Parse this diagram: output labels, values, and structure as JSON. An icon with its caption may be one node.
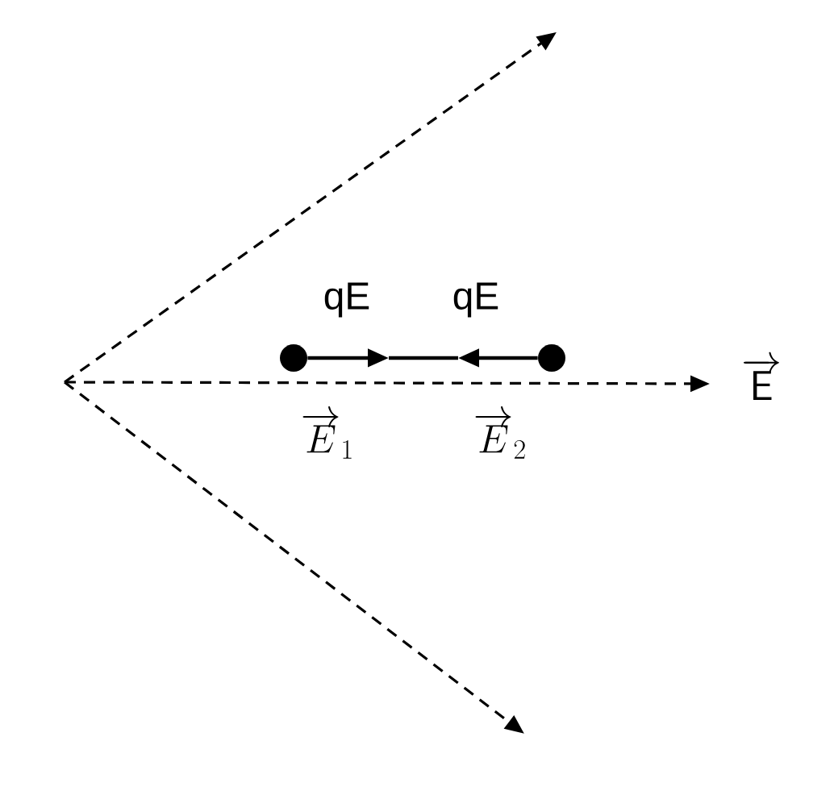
{
  "diagram": {
    "nodes": [
      {
        "text": [],
        "shape": "circle",
        "beside": [
          "\\overrightarrow{E}_{1}"
        ]
      },
      {
        "text": [],
        "shape": "circle",
        "beside": [
          "\\overrightarrow{E}_{2}"
        ]
      }
    ],
    "edges": [
      {
        "from": 0,
        "to": null,
        "arrow": "to",
        "label": "qE"
      },
      {
        "from": 1,
        "to": null,
        "arrow": "to",
        "label": "qE"
      }
    ],
    "labels": [
      "\\overrightarrow{\\mathsf{E}}"
    ]
  }
}
